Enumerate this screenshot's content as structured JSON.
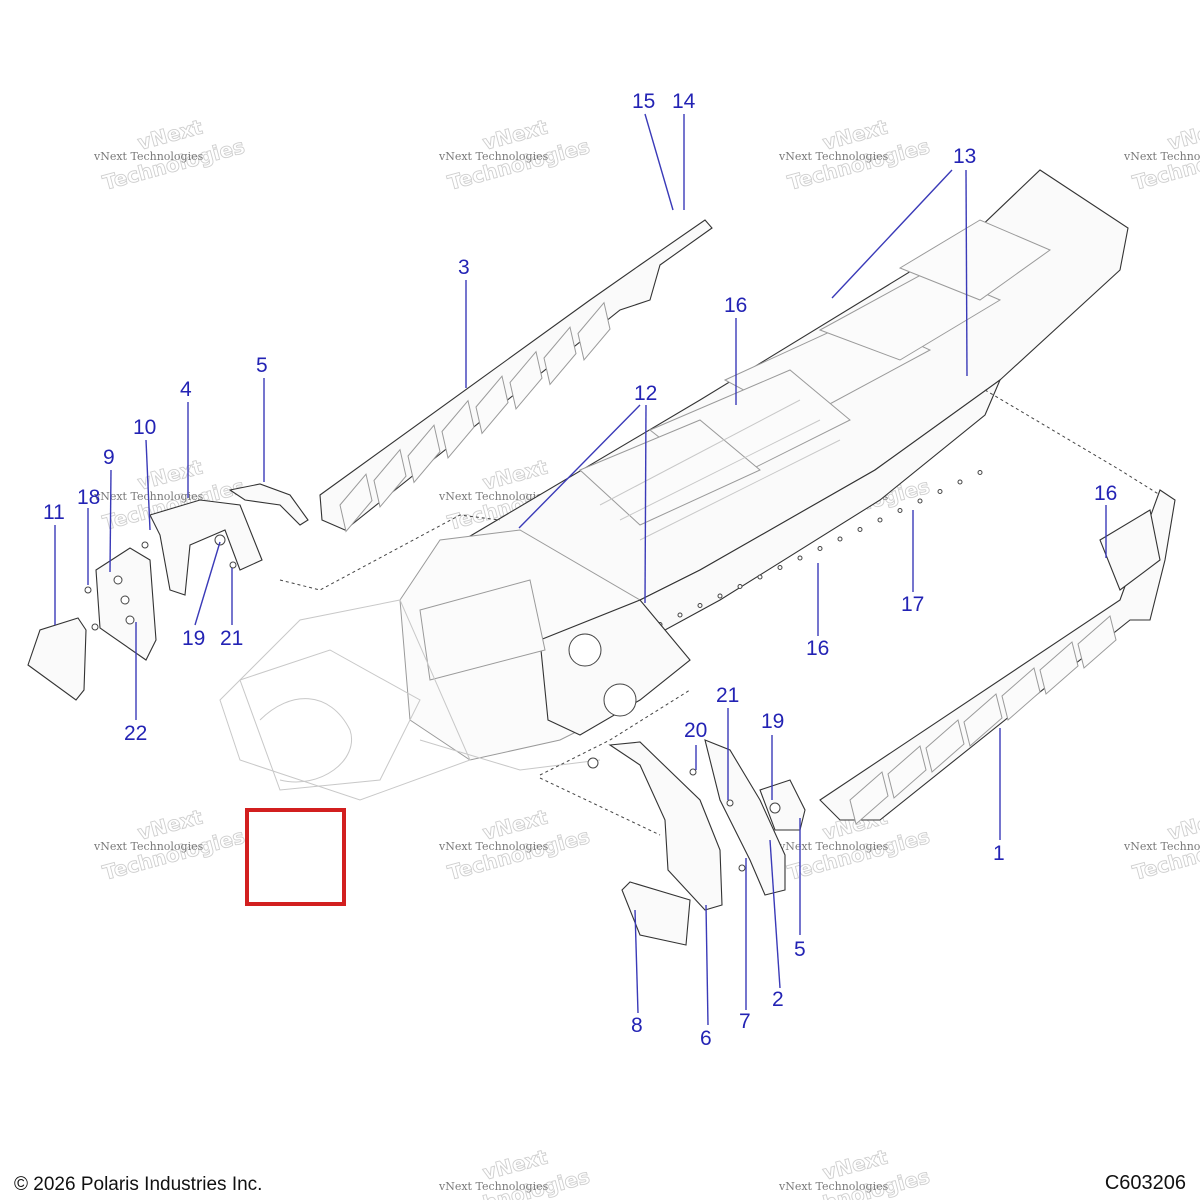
{
  "diagram": {
    "callouts": [
      "1",
      "2",
      "3",
      "4",
      "5",
      "5",
      "6",
      "7",
      "8",
      "9",
      "10",
      "11",
      "12",
      "13",
      "14",
      "15",
      "16",
      "16",
      "16",
      "17",
      "18",
      "19",
      "19",
      "20",
      "21",
      "21",
      "22"
    ],
    "highlight_color": "#d21f1f",
    "callout_color": "#2323b4"
  },
  "watermark": {
    "line1": "vNext Technologies",
    "line2": "vNext",
    "line3": "Technologies"
  },
  "footer": {
    "copyright": "© 2026 Polaris Industries Inc.",
    "code": "C603206"
  }
}
